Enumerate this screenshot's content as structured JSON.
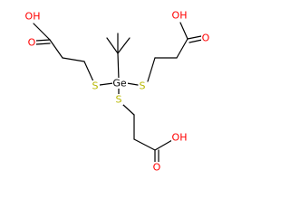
{
  "colors": {
    "bond": "#000000",
    "oxygen": "#ff0000",
    "sulfur": "#b8b800",
    "germanium": "#000000",
    "background": "#ffffff"
  },
  "atoms": {
    "ge": "Ge",
    "s_left": "S",
    "s_right": "S",
    "s_bottom": "S",
    "acid_left_oh": "OH",
    "acid_left_o": "O",
    "acid_right_oh": "OH",
    "acid_right_o": "O",
    "acid_bottom_oh": "OH",
    "acid_bottom_o": "O"
  }
}
